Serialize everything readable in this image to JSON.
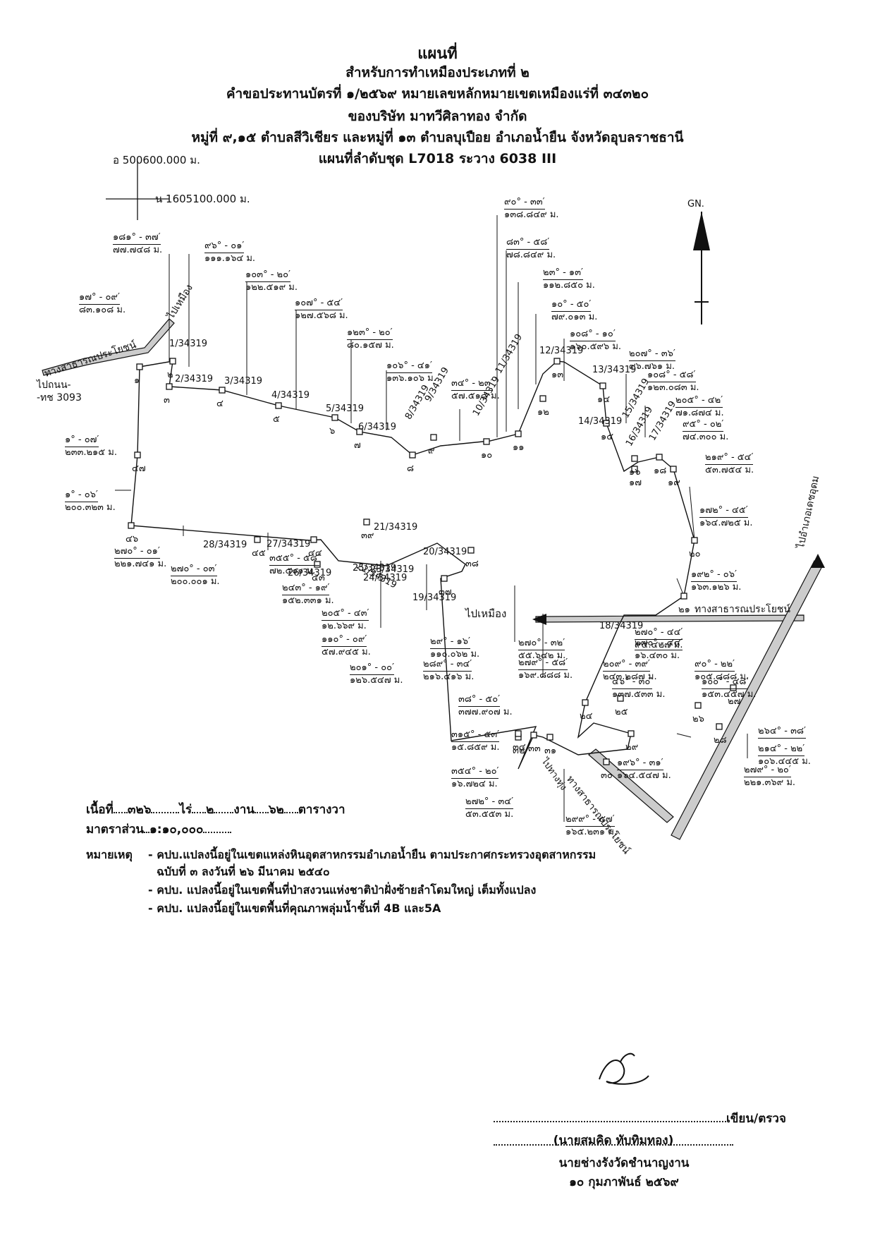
{
  "header": {
    "title": "แผนที่",
    "line1": "สำหรับการทำเหมืองประเภทที่ ๒",
    "line2": "คำขอประทานบัตรที่ ๑/๒๕๖๙ หมายเลขหลักหมายเขตเหมืองแร่ที่ ๓๔๓๒๐",
    "line3": "ของบริษัท มาทวีศิลาทอง จำกัด",
    "line4": "หมู่ที่ ๙,๑๕ ตำบลสีวิเชียร และหมู่ที่ ๑๓ ตำบลบุเปือย อำเภอน้ำยืน จังหวัดอุบลราชธานี",
    "line5": "แผนที่ลำดับชุด L7018 ระวาง 6038 III"
  },
  "grid": {
    "easting": "อ 500600.000 ม.",
    "northing": "น 1605100.000 ม."
  },
  "north_label": "GN.",
  "roads": {
    "public_road_left": "ทางสาธารณประโยชน์",
    "to_road_left": "ไปถนน-",
    "road_number": "-ทช 3093",
    "to_mine_upper": "ไปเหมือง",
    "to_mine_lower": "ไปเหมือง",
    "public_road_right": "ทางสาธารณประโยชน์",
    "to_district": "ไปอำเภอเดชอุดม",
    "to_fields": "ไปทางทุ่ง",
    "public_road_bottom": "ทางสาธารณประโยชน์"
  },
  "pegs": [
    {
      "label": "๑"
    },
    {
      "label": "๒"
    },
    {
      "label": "๓"
    },
    {
      "label": "๔"
    },
    {
      "label": "๕"
    },
    {
      "label": "๖"
    },
    {
      "label": "๗"
    },
    {
      "label": "๘"
    },
    {
      "label": "๙"
    },
    {
      "label": "๑๐"
    },
    {
      "label": "๑๑"
    },
    {
      "label": "๑๒"
    },
    {
      "label": "๑๓"
    },
    {
      "label": "๑๔"
    },
    {
      "label": "๑๕"
    },
    {
      "label": "๑๖"
    },
    {
      "label": "๑๗"
    },
    {
      "label": "๑๘"
    },
    {
      "label": "๑๙"
    },
    {
      "label": "๒๐"
    },
    {
      "label": "๒๑"
    },
    {
      "label": "๒๔"
    },
    {
      "label": "๒๕"
    },
    {
      "label": "๒๖"
    },
    {
      "label": "๒๗"
    },
    {
      "label": "๒๘"
    },
    {
      "label": "๒๙"
    },
    {
      "label": "๓๐"
    },
    {
      "label": "๓๑"
    },
    {
      "label": "๓๒"
    },
    {
      "label": "๓๓"
    },
    {
      "label": "๓๔"
    },
    {
      "label": "๓๗"
    },
    {
      "label": "๓๘"
    },
    {
      "label": "๓๙"
    },
    {
      "label": "๔๓"
    },
    {
      "label": "๔๔"
    },
    {
      "label": "๔๕"
    },
    {
      "label": "๔๖"
    },
    {
      "label": "๔๗"
    }
  ],
  "stations": [
    {
      "label": "1/34319"
    },
    {
      "label": "2/34319"
    },
    {
      "label": "3/34319"
    },
    {
      "label": "4/34319"
    },
    {
      "label": "5/34319"
    },
    {
      "label": "6/34319"
    },
    {
      "label": "8/34319"
    },
    {
      "label": "9/34319"
    },
    {
      "label": "10/34319"
    },
    {
      "label": "11/34319"
    },
    {
      "label": "12/34319"
    },
    {
      "label": "13/34319"
    },
    {
      "label": "14/34319"
    },
    {
      "label": "15/34319"
    },
    {
      "label": "16/34319"
    },
    {
      "label": "17/34319"
    },
    {
      "label": "18/34319"
    },
    {
      "label": "19/34319"
    },
    {
      "label": "20/34319"
    },
    {
      "label": "21/34319"
    },
    {
      "label": "22/34319"
    },
    {
      "label": "23/34319"
    },
    {
      "label": "24/34319"
    },
    {
      "label": "25/34319"
    },
    {
      "label": "26/34319"
    },
    {
      "label": "27/34319"
    },
    {
      "label": "28/34319"
    }
  ],
  "bearings": [
    {
      "angle": "๑๘๑° - ๓๗′",
      "dist": "๗๗.๗๔๘ ม."
    },
    {
      "angle": "๙๖° - ๐๑′",
      "dist": "๑๑๑.๑๖๔ ม."
    },
    {
      "angle": "๑๐๓° - ๒๐′",
      "dist": "๑๒๒.๕๑๙ ม."
    },
    {
      "angle": "๑๐๗° - ๕๔′",
      "dist": "๑๒๗.๕๖๘ ม."
    },
    {
      "angle": "๑๒๓° - ๒๐′",
      "dist": "๘๐.๑๕๗ ม."
    },
    {
      "angle": "๑๐๖° - ๔๑′",
      "dist": "๑๓๖.๑๐๖ ม."
    },
    {
      "angle": "๓๔° - ๒๓′",
      "dist": "๕๗.๕๑๘ ม."
    },
    {
      "angle": "๙๐° - ๓๓′",
      "dist": "๑๓๘.๘๔๙ ม."
    },
    {
      "angle": "๘๓° - ๕๘′",
      "dist": "๗๘.๘๔๙ ม."
    },
    {
      "angle": "๒๓° - ๑๓′",
      "dist": "๑๑๒.๘๕๐ ม."
    },
    {
      "angle": "๑๐° - ๕๐′",
      "dist": "๗๙.๐๑๓ ม."
    },
    {
      "angle": "๑๐๘° - ๑๐′",
      "dist": "๑๖๐.๕๙๖ ม."
    },
    {
      "angle": "๒๐๗° - ๓๖′",
      "dist": "๙๖.๗๖๑ ม."
    },
    {
      "angle": "๑๐๘° - ๕๘′",
      "dist": "๑๒๓.๐๘๓ ม."
    },
    {
      "angle": "๒๐๕° - ๔๒′",
      "dist": "๗๑.๘๗๔ ม."
    },
    {
      "angle": "๙๕° - ๐๒′",
      "dist": "๗๔.๓๐๐ ม."
    },
    {
      "angle": "๒๑๙° - ๕๔′",
      "dist": "๕๓.๗๕๔ ม."
    },
    {
      "angle": "๑๗๒° - ๔๕′",
      "dist": "๑๖๔.๗๒๕ ม."
    },
    {
      "angle": "๑๙๒° - ๐๖′",
      "dist": "๑๖๓.๑๒๖ ม."
    },
    {
      "angle": "๑๗° - ๐๙′",
      "dist": "๘๓.๑๐๘ ม."
    },
    {
      "angle": "๑° - ๐๗′",
      "dist": "๒๓๓.๒๑๕ ม."
    },
    {
      "angle": "๑° - ๐๖′",
      "dist": "๒๐๐.๓๒๓ ม."
    },
    {
      "angle": "๒๗๐° - ๐๑′",
      "dist": "๒๒๑.๗๔๑ ม."
    },
    {
      "angle": "๒๗๐° - ๐๓′",
      "dist": "๒๐๐.๐๐๑ ม."
    },
    {
      "angle": "๓๕๕° - ๕๘′",
      "dist": "๗๒.๕๐๑ ม."
    },
    {
      "angle": "๒๔๓° - ๑๙′",
      "dist": "๑๕๒.๓๓๑ ม."
    },
    {
      "angle": "๒๐๕° - ๔๓′",
      "dist": "๑๒.๖๖๙ ม."
    },
    {
      "angle": "๑๑๐° - ๐๙′",
      "dist": "๕๗.๙๔๕ ม."
    },
    {
      "angle": "๒๐๑° - ๐๐′",
      "dist": "๑๒๖.๕๔๗ ม."
    },
    {
      "angle": "๒๙° - ๑๖′",
      "dist": "๑๑๐.๐๖๒ ม."
    },
    {
      "angle": "๒๘๙° - ๓๔′",
      "dist": "๒๑๖.๔๑๖ ม."
    },
    {
      "angle": "๒๗๐° - ๓๒′",
      "dist": "๕๕.๖๔๒ ม."
    },
    {
      "angle": "๒๗๙° - ๕๘′",
      "dist": "๑๖๙.๘๘๘ ม."
    },
    {
      "angle": "๒๗๐° - ๔๔′",
      "dist": "๑๖.๔๓๐ ม."
    },
    {
      "angle": "๒๗๐° - ๔๔′",
      "dist": "๙๕.๔๒๗ ม."
    },
    {
      "angle": "๒๐๙° - ๓๙′",
      "dist": "๒๔๓.๒๘๗ ม."
    },
    {
      "angle": "๙๐° - ๒๒′",
      "dist": "๑๐๕.๘๘๘ ม."
    },
    {
      "angle": "๔๖° - ๓๐′",
      "dist": "๑๓๗.๕๓๓ ม."
    },
    {
      "angle": "๑๐๐° - ๔๘′",
      "dist": "๑๕๓.๔๕๗ ม."
    },
    {
      "angle": "๓๘° - ๕๐′",
      "dist": "๓๗๗.๙๐๗ ม."
    },
    {
      "angle": "๒๖๔° - ๓๘′",
      "dist": ""
    },
    {
      "angle": "๓๑๕° - ๕๓′",
      "dist": "๑๕.๘๕๙ ม."
    },
    {
      "angle": "๓๕๔° - ๒๐′",
      "dist": "๑๖.๗๒๔ ม."
    },
    {
      "angle": "๒๗๒° - ๓๔′",
      "dist": "๕๓.๕๕๓ ม."
    },
    {
      "angle": "๑๙๖° - ๓๑′",
      "dist": "๑๖๔.๕๔๗ ม."
    },
    {
      "angle": "๒๑๔° - ๒๒′",
      "dist": "๑๐๖.๔๔๕ ม."
    },
    {
      "angle": "๒๗๙° - ๒๐′",
      "dist": "๒๒๑.๓๖๙ ม."
    },
    {
      "angle": "๒๙๙° - ๕๗′",
      "dist": "๑๖๕.๒๓๑ ม."
    }
  ],
  "area": {
    "label": "เนื้อที่",
    "rai": "๓๒๖",
    "rai_unit": "ไร่",
    "ngan": "๒",
    "ngan_unit": "งาน",
    "wa": "๖๒",
    "wa_unit": "ตารางวา"
  },
  "scale": {
    "label": "มาตราส่วน",
    "value": "๑:๑๐,๐๐๐"
  },
  "notes": {
    "label": "หมายเหตุ",
    "items": [
      "- คปบ.แปลงนี้อยู่ในเขตแหล่งหินอุตสาหกรรมอำเภอน้ำยืน ตามประกาศกระทรวงอุตสาหกรรม",
      "ฉบับที่ ๓ ลงวันที่ ๒๖ มีนาคม ๒๕๔๐",
      "- คปบ. แปลงนี้อยู่ในเขตพื้นที่ป่าสงวนแห่งชาติป่าฝั่งซ้ายลำโดมใหญ่ เต็มทั้งแปลง",
      "- คปบ. แปลงนี้อยู่ในเขตพื้นที่คุณภาพลุ่มน้ำชั้นที่ 4B และ5A"
    ]
  },
  "signature": {
    "role": "เขียน/ตรวจ",
    "name": "(นายสมคิด ทับทิมทอง)",
    "position": "นายช่างรังวัดชำนาญงาน",
    "date": "๑๐ กุมภาพันธ์ ๒๕๖๙"
  }
}
